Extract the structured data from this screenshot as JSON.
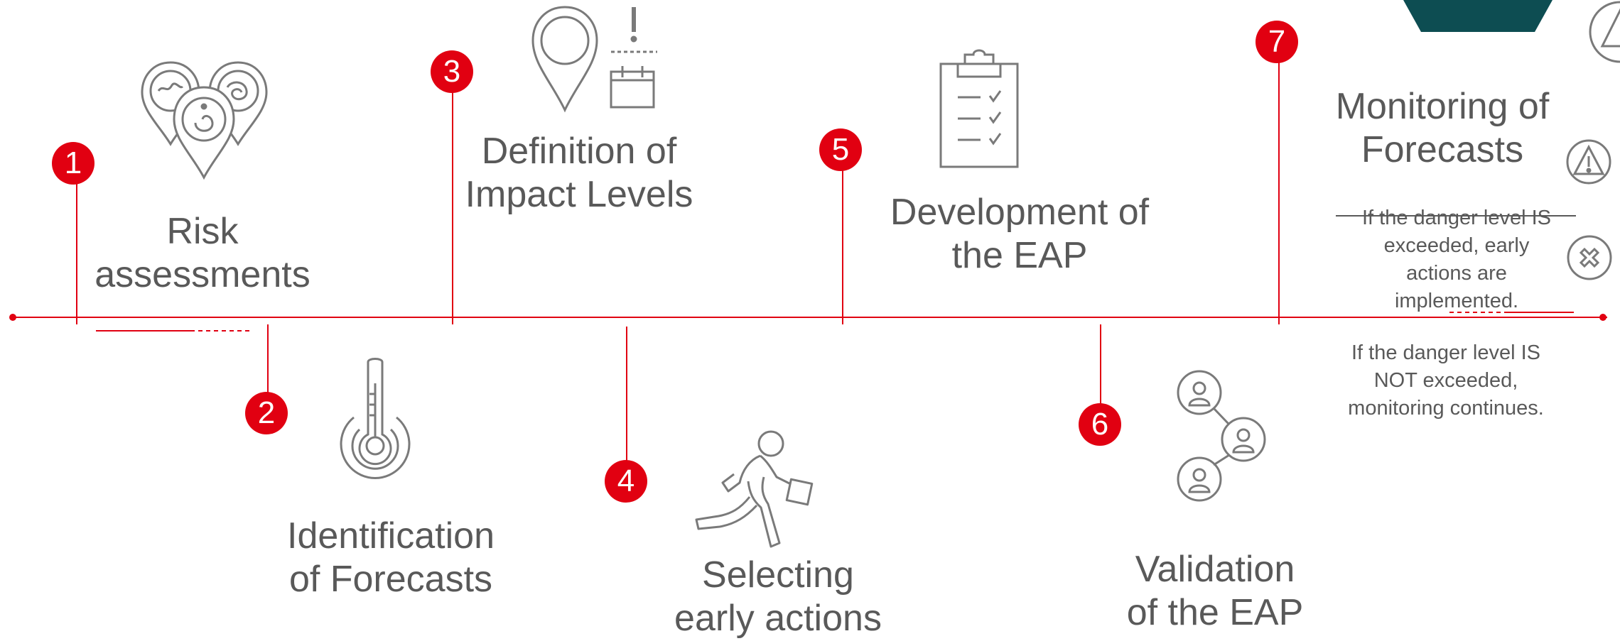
{
  "colors": {
    "accent": "#e10011",
    "text": "#595959",
    "icon": "#7a7a7a",
    "dark_teal": "#0d4d52"
  },
  "steps": [
    {
      "number": "1",
      "title_lines": [
        "Risk",
        "assessments"
      ],
      "icon": "map-pins-icon"
    },
    {
      "number": "2",
      "title_lines": [
        "Identification",
        "of Forecasts"
      ],
      "icon": "thermometer-icon"
    },
    {
      "number": "3",
      "title_lines": [
        "Definition of",
        "Impact Levels"
      ],
      "icon": "location-pin-calendar-icon"
    },
    {
      "number": "4",
      "title_lines": [
        "Selecting",
        "early actions"
      ],
      "icon": "running-person-icon"
    },
    {
      "number": "5",
      "title_lines": [
        "Development of",
        "the EAP"
      ],
      "icon": "clipboard-checklist-icon"
    },
    {
      "number": "6",
      "title_lines": [
        "Validation",
        "of the EAP"
      ],
      "icon": "people-network-icon"
    },
    {
      "number": "7",
      "title_lines": [
        "Monitoring of",
        "Forecasts"
      ],
      "icon": ""
    }
  ],
  "monitoring": {
    "exceeded_lines": [
      "If the danger level IS",
      "exceeded, early",
      "actions are",
      "implemented."
    ],
    "not_exceeded_lines": [
      "If the danger level IS",
      "NOT exceeded,",
      "monitoring continues."
    ]
  },
  "side_icons": [
    "warning-triangle-icon",
    "warning-circle-icon",
    "cancel-circle-icon"
  ]
}
